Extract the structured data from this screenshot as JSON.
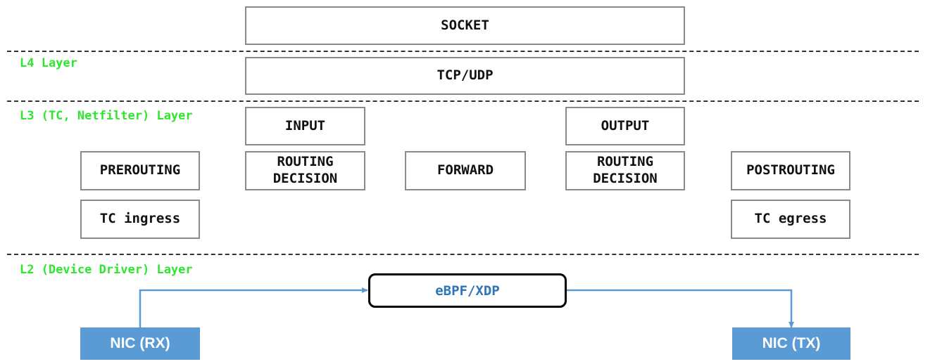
{
  "layers": {
    "l4": "L4 Layer",
    "l3": "L3 (TC, Netfilter) Layer",
    "l2": "L2 (Device Driver) Layer"
  },
  "boxes": {
    "socket": "SOCKET",
    "tcp_udp": "TCP/UDP",
    "input": "INPUT",
    "output": "OUTPUT",
    "prerouting": "PREROUTING",
    "routing_decision_left": [
      "ROUTING",
      "DECISION"
    ],
    "forward": "FORWARD",
    "routing_decision_right": [
      "ROUTING",
      "DECISION"
    ],
    "postrouting": "POSTROUTING",
    "tc_ingress": "TC ingress",
    "tc_egress": "TC egress"
  },
  "xdp": "eBPF/XDP",
  "nic": {
    "rx": "NIC (RX)",
    "tx": "NIC (TX)"
  },
  "colors": {
    "layer_label": "#2ee62e",
    "nic_fill": "#5b9bd5",
    "arrow": "#5b9bd5",
    "xdp_text": "#2e75b6",
    "box_border": "#8a8a8a"
  }
}
